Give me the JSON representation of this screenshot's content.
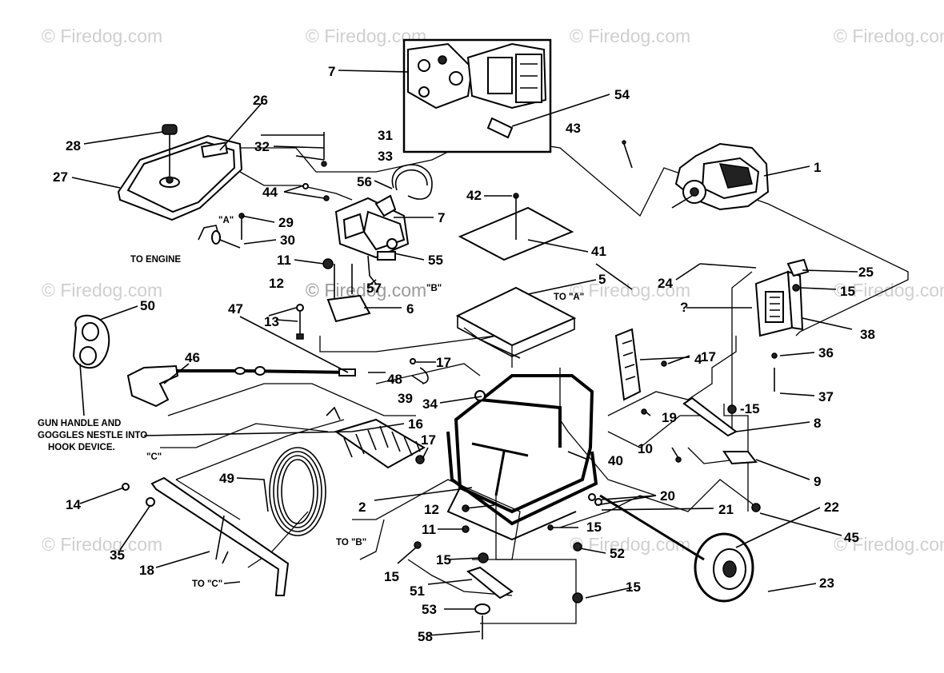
{
  "watermark": {
    "text": "© Firedog.com",
    "positions": [
      "top-left",
      "top-center-left",
      "top-center-right",
      "top-right",
      "middle-left",
      "middle-center",
      "middle-right",
      "bottom-left",
      "bottom-center",
      "bottom-right"
    ]
  },
  "callouts": [
    {
      "id": "c-1",
      "label": "1"
    },
    {
      "id": "c-2",
      "label": "2"
    },
    {
      "id": "c-3",
      "label": "?"
    },
    {
      "id": "c-4",
      "label": "4"
    },
    {
      "id": "c-5",
      "label": "5"
    },
    {
      "id": "c-6",
      "label": "6"
    },
    {
      "id": "c-7a",
      "label": "7"
    },
    {
      "id": "c-7b",
      "label": "7"
    },
    {
      "id": "c-8",
      "label": "8"
    },
    {
      "id": "c-9",
      "label": "9"
    },
    {
      "id": "c-10",
      "label": "10"
    },
    {
      "id": "c-11a",
      "label": "11"
    },
    {
      "id": "c-11b",
      "label": "11"
    },
    {
      "id": "c-12a",
      "label": "12"
    },
    {
      "id": "c-12b",
      "label": "12"
    },
    {
      "id": "c-13",
      "label": "13"
    },
    {
      "id": "c-14",
      "label": "14"
    },
    {
      "id": "c-15a",
      "label": "15"
    },
    {
      "id": "c-15b",
      "label": "-15"
    },
    {
      "id": "c-15c",
      "label": "15"
    },
    {
      "id": "c-15d",
      "label": "15"
    },
    {
      "id": "c-15e",
      "label": "15"
    },
    {
      "id": "c-15f",
      "label": "15"
    },
    {
      "id": "c-16",
      "label": "16"
    },
    {
      "id": "c-17a",
      "label": "17"
    },
    {
      "id": "c-17b",
      "label": "17"
    },
    {
      "id": "c-17c",
      "label": "17"
    },
    {
      "id": "c-18",
      "label": "18"
    },
    {
      "id": "c-19",
      "label": "19"
    },
    {
      "id": "c-20",
      "label": "20"
    },
    {
      "id": "c-21",
      "label": "21"
    },
    {
      "id": "c-22",
      "label": "22"
    },
    {
      "id": "c-23",
      "label": "23"
    },
    {
      "id": "c-24",
      "label": "24"
    },
    {
      "id": "c-25",
      "label": "25"
    },
    {
      "id": "c-26",
      "label": "26"
    },
    {
      "id": "c-27",
      "label": "27"
    },
    {
      "id": "c-28",
      "label": "28"
    },
    {
      "id": "c-29",
      "label": "29"
    },
    {
      "id": "c-30",
      "label": "30"
    },
    {
      "id": "c-31",
      "label": "31"
    },
    {
      "id": "c-32",
      "label": "32"
    },
    {
      "id": "c-33",
      "label": "33"
    },
    {
      "id": "c-34",
      "label": "34"
    },
    {
      "id": "c-35",
      "label": "35"
    },
    {
      "id": "c-36",
      "label": "36"
    },
    {
      "id": "c-37",
      "label": "37"
    },
    {
      "id": "c-38",
      "label": "38"
    },
    {
      "id": "c-39",
      "label": "39"
    },
    {
      "id": "c-40",
      "label": "40"
    },
    {
      "id": "c-41",
      "label": "41"
    },
    {
      "id": "c-42",
      "label": "42"
    },
    {
      "id": "c-43",
      "label": "43"
    },
    {
      "id": "c-44",
      "label": "44"
    },
    {
      "id": "c-45",
      "label": "45"
    },
    {
      "id": "c-46",
      "label": "46"
    },
    {
      "id": "c-47",
      "label": "47"
    },
    {
      "id": "c-48",
      "label": "48"
    },
    {
      "id": "c-49",
      "label": "49"
    },
    {
      "id": "c-50",
      "label": "50"
    },
    {
      "id": "c-51",
      "label": "51"
    },
    {
      "id": "c-52",
      "label": "52"
    },
    {
      "id": "c-53",
      "label": "53"
    },
    {
      "id": "c-54",
      "label": "54"
    },
    {
      "id": "c-55",
      "label": "55"
    },
    {
      "id": "c-56",
      "label": "56"
    },
    {
      "id": "c-57",
      "label": "57"
    },
    {
      "id": "c-58",
      "label": "58"
    }
  ],
  "notes": {
    "to_engine": "TO ENGINE",
    "a_mark": "\"A\"",
    "b_mark": "\"B\"",
    "c_mark": "\"C\"",
    "to_a": "TO \"A\"",
    "to_b": "TO \"B\"",
    "to_c": "TO \"C\"",
    "gun_note_1": "GUN HANDLE AND",
    "gun_note_2": "GOGGLES NESTLE INTO",
    "gun_note_3": "HOOK DEVICE."
  }
}
